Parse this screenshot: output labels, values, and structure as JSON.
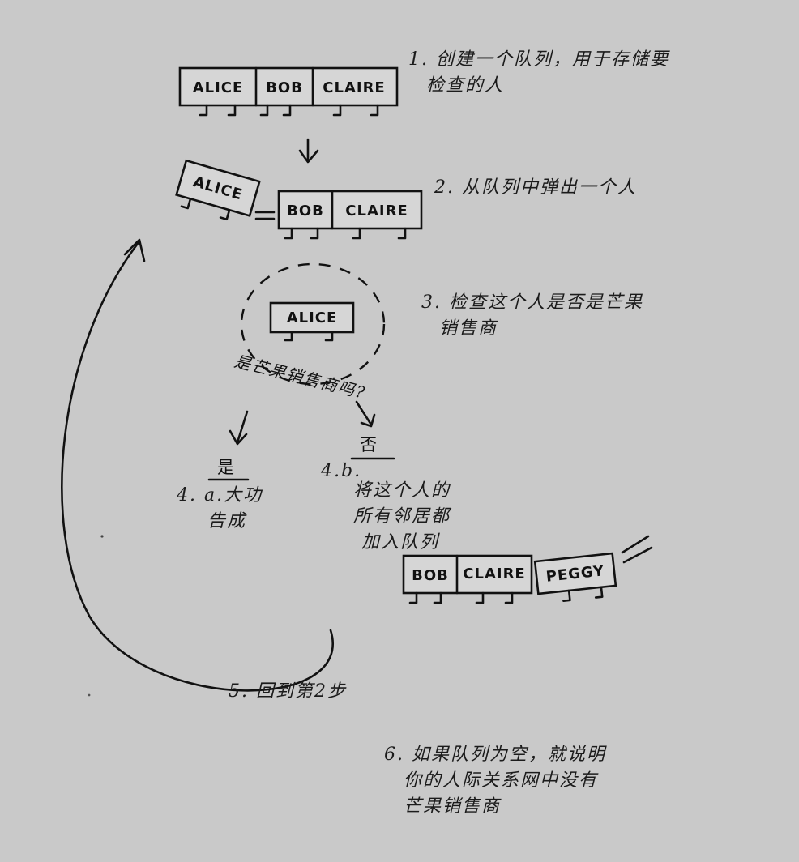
{
  "queue_initial": [
    "ALICE",
    "BOB",
    "CLAIRE"
  ],
  "popped_person": "ALICE",
  "queue_after_pop": [
    "BOB",
    "CLAIRE"
  ],
  "checked_person": "ALICE",
  "question": "是芒果销售商吗?",
  "branch_yes": "是",
  "branch_no": "否",
  "queue_final": [
    "BOB",
    "CLAIRE",
    "PEGGY"
  ],
  "steps": {
    "s1": [
      "1. 创建一个队列，用于存储要",
      "检查的人"
    ],
    "s2": [
      "2. 从队列中弹出一个人"
    ],
    "s3": [
      "3. 检查这个人是否是芒果",
      "销售商"
    ],
    "s4a_label": "4. a.",
    "s4a": [
      "大功",
      "告成"
    ],
    "s4b_label": "4.b.",
    "s4b": [
      "将这个人的",
      "所有邻居都",
      "加入队列"
    ],
    "s5": "5. 回到第2步",
    "s6": [
      "6. 如果队列为空，就说明",
      "你的人际关系网中没有",
      "芒果销售商"
    ]
  }
}
